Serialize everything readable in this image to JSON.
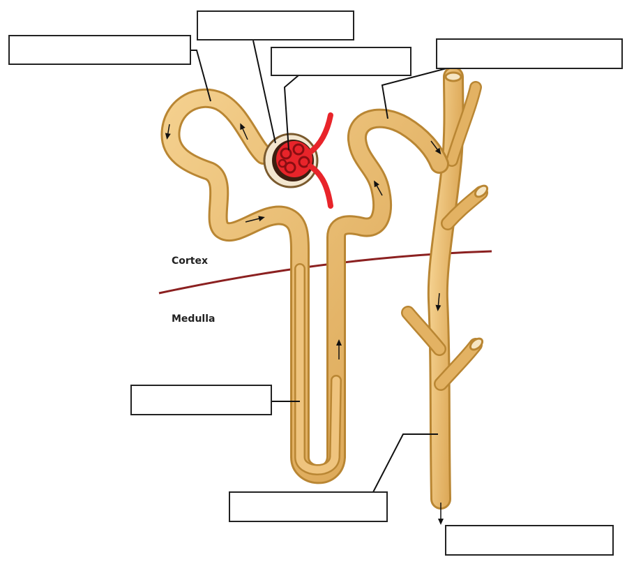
{
  "regions": {
    "cortex": "Cortex",
    "medulla": "Medulla"
  },
  "label_boxes": [
    {
      "name": "label-box-proximal-tubule",
      "text": ""
    },
    {
      "name": "label-box-bowmans-capsule",
      "text": ""
    },
    {
      "name": "label-box-glomerulus",
      "text": ""
    },
    {
      "name": "label-box-distal-tubule",
      "text": ""
    },
    {
      "name": "label-box-loop-of-henle",
      "text": ""
    },
    {
      "name": "label-box-collecting-duct",
      "text": ""
    },
    {
      "name": "label-box-urine-outflow",
      "text": ""
    }
  ],
  "colors": {
    "tubule": "#e3b263",
    "tubule_dark": "#b98633",
    "tubule_light": "#f6d79c",
    "vessel": "#e8242a",
    "boundary": "#8b2020",
    "capsule": "#c79a5a"
  }
}
